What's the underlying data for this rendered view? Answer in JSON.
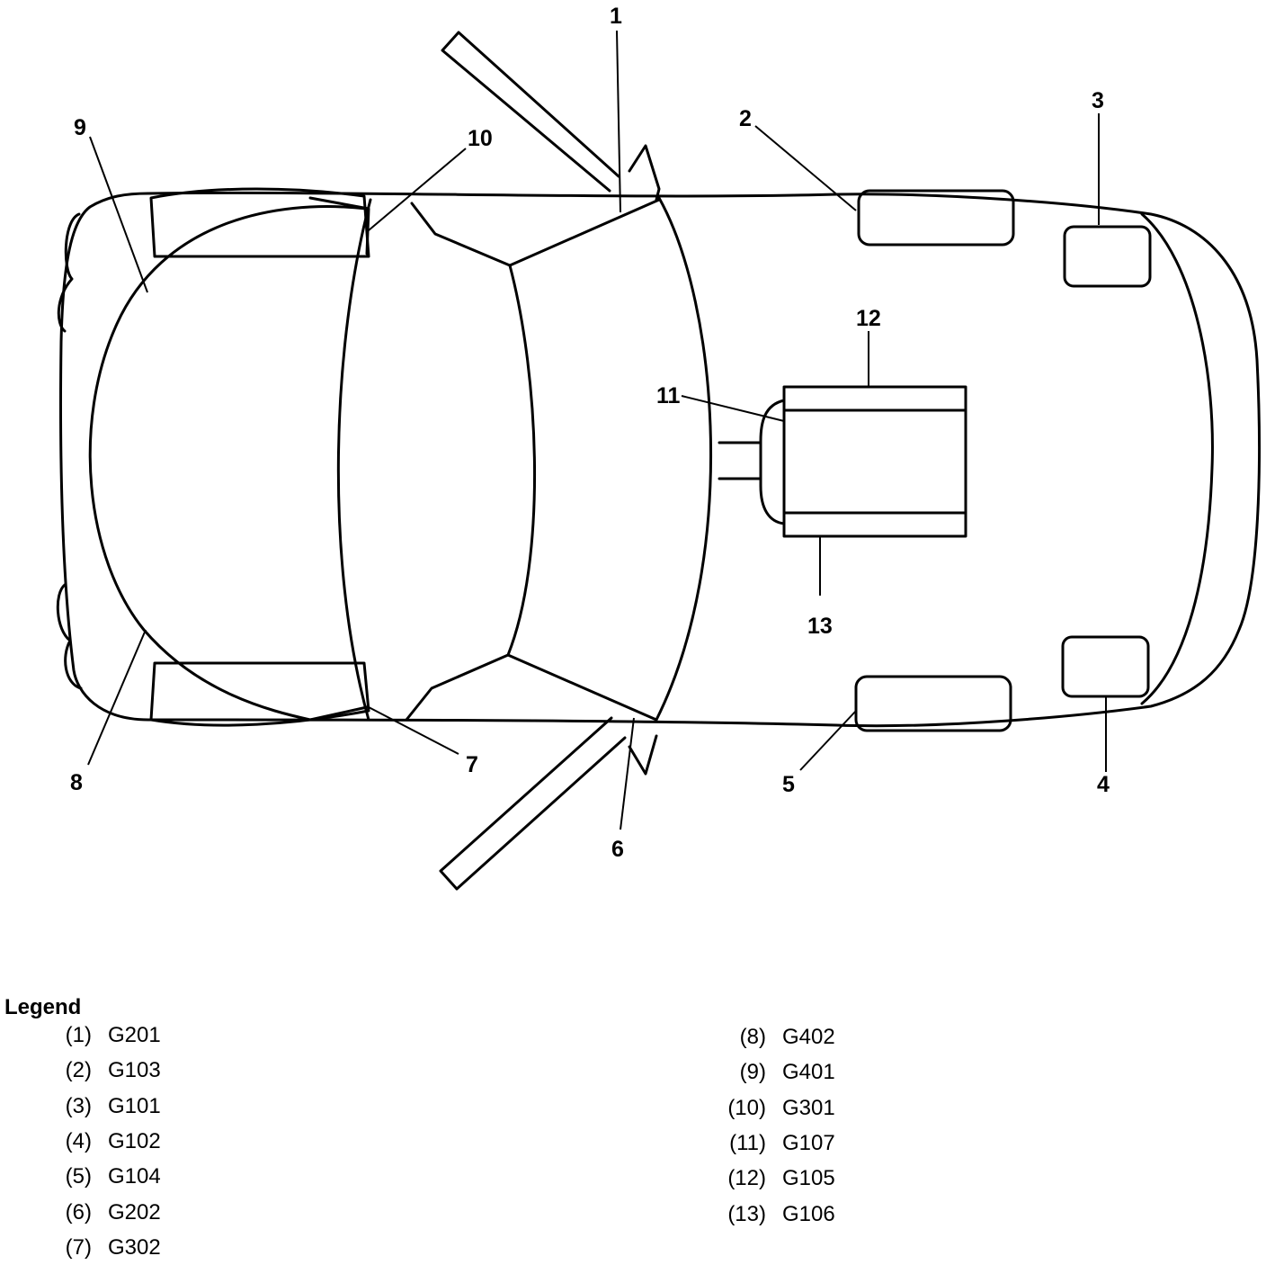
{
  "callouts": [
    {
      "num": "1"
    },
    {
      "num": "2"
    },
    {
      "num": "3"
    },
    {
      "num": "4"
    },
    {
      "num": "5"
    },
    {
      "num": "6"
    },
    {
      "num": "7"
    },
    {
      "num": "8"
    },
    {
      "num": "9"
    },
    {
      "num": "10"
    },
    {
      "num": "11"
    },
    {
      "num": "12"
    },
    {
      "num": "13"
    }
  ],
  "legend": {
    "title": "Legend",
    "items": [
      {
        "num": "(1)",
        "code": "G201"
      },
      {
        "num": "(2)",
        "code": "G103"
      },
      {
        "num": "(3)",
        "code": "G101"
      },
      {
        "num": "(4)",
        "code": "G102"
      },
      {
        "num": "(5)",
        "code": "G104"
      },
      {
        "num": "(6)",
        "code": "G202"
      },
      {
        "num": "(7)",
        "code": "G302"
      },
      {
        "num": "(8)",
        "code": "G402"
      },
      {
        "num": "(9)",
        "code": "G401"
      },
      {
        "num": "(10)",
        "code": "G301"
      },
      {
        "num": "(11)",
        "code": "G107"
      },
      {
        "num": "(12)",
        "code": "G105"
      },
      {
        "num": "(13)",
        "code": "G106"
      }
    ]
  }
}
